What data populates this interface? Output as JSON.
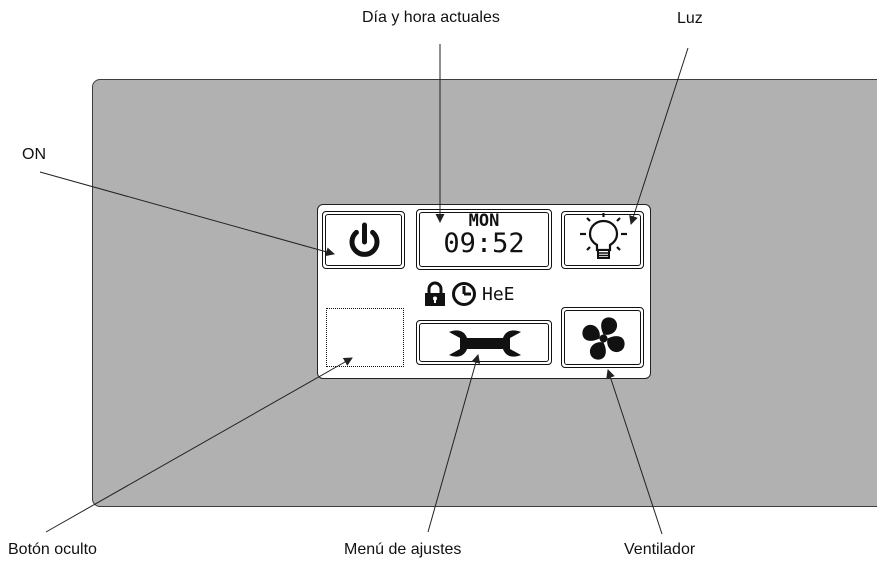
{
  "callouts": {
    "datetime": "Día y hora actuales",
    "light": "Luz",
    "on": "ON",
    "hidden_button": "Botón oculto",
    "settings_menu": "Menú de ajustes",
    "fan": "Ventilador"
  },
  "display": {
    "day": "MON",
    "time": "09:52",
    "mode_text": "HeE"
  },
  "icons": {
    "power": "power-icon",
    "light": "light-bulb-icon",
    "settings": "wrench-icon",
    "fan": "fan-icon",
    "lock": "lock-icon",
    "clock": "clock-icon"
  },
  "colors": {
    "panel": "#b1b1b1",
    "screen": "#ffffff",
    "ink": "#111111"
  }
}
